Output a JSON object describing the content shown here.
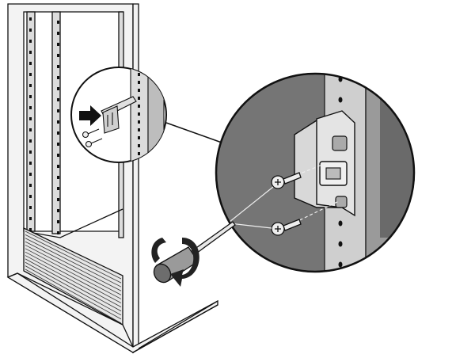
{
  "diagram": {
    "kind": "technical-illustration",
    "subject": "rack-rail-installation",
    "parts": [
      "rack-cabinet",
      "rack-post",
      "inset-callout-circle",
      "detail-callout-circle",
      "rail-bracket",
      "mounting-screw-upper",
      "mounting-screw-lower",
      "screwdriver",
      "direction-arrow",
      "rotation-arrow"
    ]
  },
  "colors": {
    "line": "#111111",
    "cabinet_fill": "#f3f3f3",
    "rack_post_fill": "#dcdcdc",
    "detail_bg": "#757575",
    "detail_post": "#cfcfcf",
    "bracket_fill": "#d8d8d8",
    "screw_fill": "#eeeeee",
    "arrow_fill": "#111111",
    "rotation_fill": "#222222"
  }
}
